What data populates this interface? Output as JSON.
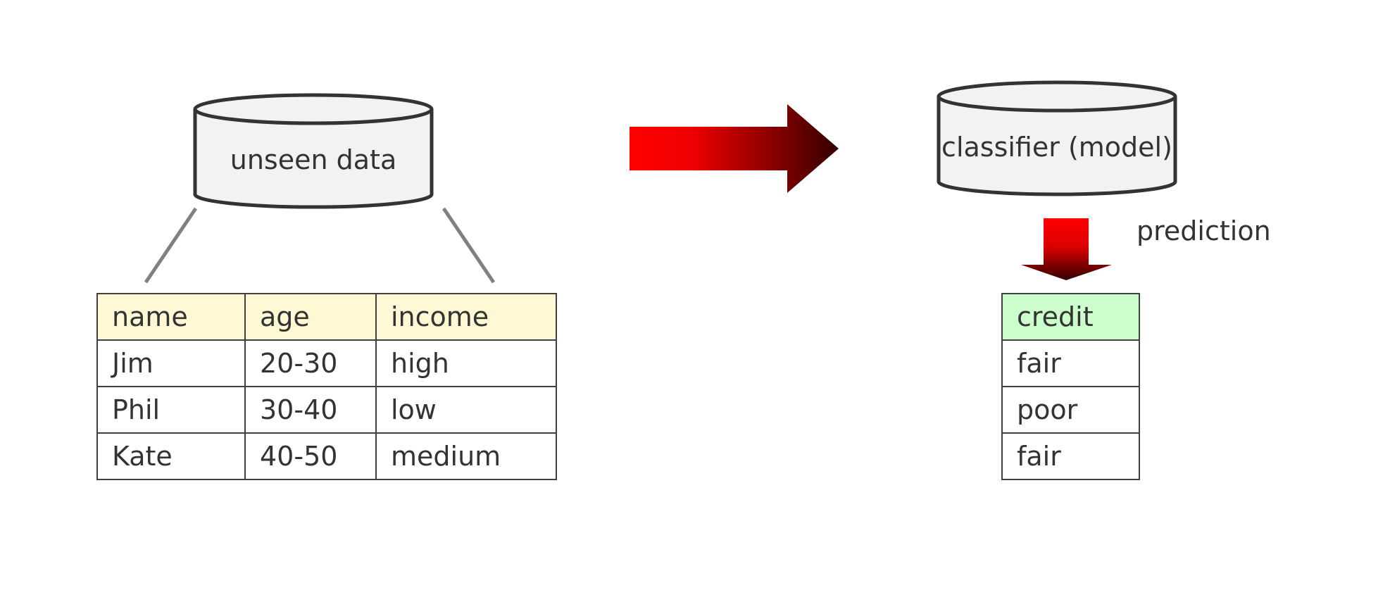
{
  "unseen_db": {
    "label": "unseen data"
  },
  "classifier_db": {
    "label": "classifier (model)"
  },
  "prediction_label": "prediction",
  "input_table": {
    "columns": [
      "name",
      "age",
      "income"
    ],
    "rows": [
      [
        "Jim",
        "20-30",
        "high"
      ],
      [
        "Phil",
        "30-40",
        "low"
      ],
      [
        "Kate",
        "40-50",
        "medium"
      ]
    ]
  },
  "prediction_table": {
    "column": "credit",
    "rows": [
      "fair",
      "poor",
      "fair"
    ]
  },
  "colors": {
    "arrow_start": "#ff0000",
    "arrow_end": "#330000",
    "cylinder_fill": "#f2f2f2",
    "cylinder_stroke": "#333333",
    "connector": "#808080",
    "input_header_bg": "#fff8d4",
    "prediction_header_bg": "#ccffcc"
  }
}
